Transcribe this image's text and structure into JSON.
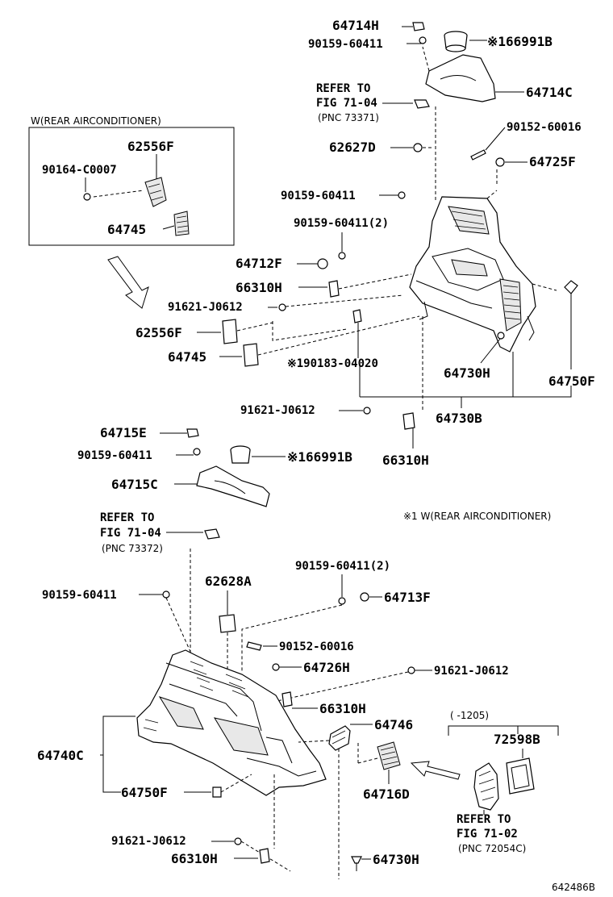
{
  "diagram_id": "642486B",
  "box_title": "W(REAR AIRCONDITIONER)",
  "footnote": "※1 W(REAR AIRCONDITIONER)",
  "period": "(     -1205)",
  "labels": {
    "p64714H": "64714H",
    "p90159_60411_a": "90159-60411",
    "p66991B_a": "※166991B",
    "p64714C": "64714C",
    "refer1_a": "REFER TO",
    "refer1_b": "FIG 71-04",
    "refer1_c": "(PNC 73371)",
    "p90152_60016_a": "90152-60016",
    "p62627D": "62627D",
    "p64725F": "64725F",
    "p90159_60411_b": "90159-60411",
    "p90159_60411_2a": "90159-60411(2)",
    "p64712F": "64712F",
    "p66310H_a": "66310H",
    "p91621_J0612_a": "91621-J0612",
    "p62556F_b": "62556F",
    "p64745_b": "64745",
    "p90183_04020": "※190183-04020",
    "p64730H_a": "64730H",
    "p64750F_a": "64750F",
    "p91621_J0612_b": "91621-J0612",
    "p64730B": "64730B",
    "p66310H_b": "66310H",
    "p62556F_a": "62556F",
    "p90164_C0007": "90164-C0007",
    "p64745_a": "64745",
    "p64715E": "64715E",
    "p90159_60411_c": "90159-60411",
    "p66991B_b": "※166991B",
    "p64715C": "64715C",
    "refer2_a": "REFER TO",
    "refer2_b": "FIG 71-04",
    "refer2_c": "(PNC 73372)",
    "p90159_60411_2b": "90159-60411(2)",
    "p90159_60411_d": "90159-60411",
    "p62628A": "62628A",
    "p64713F": "64713F",
    "p90152_60016_b": "90152-60016",
    "p64726H": "64726H",
    "p91621_J0612_c": "91621-J0612",
    "p66310H_c": "66310H",
    "p64746": "64746",
    "p72598B": "72598B",
    "p64740C": "64740C",
    "p64750F_b": "64750F",
    "p64716D": "64716D",
    "refer3_a": "REFER TO",
    "refer3_b": "FIG 71-02",
    "refer3_c": "(PNC 72054C)",
    "p91621_J0612_d": "91621-J0612",
    "p66310H_d": "66310H",
    "p64730H_b": "64730H"
  }
}
